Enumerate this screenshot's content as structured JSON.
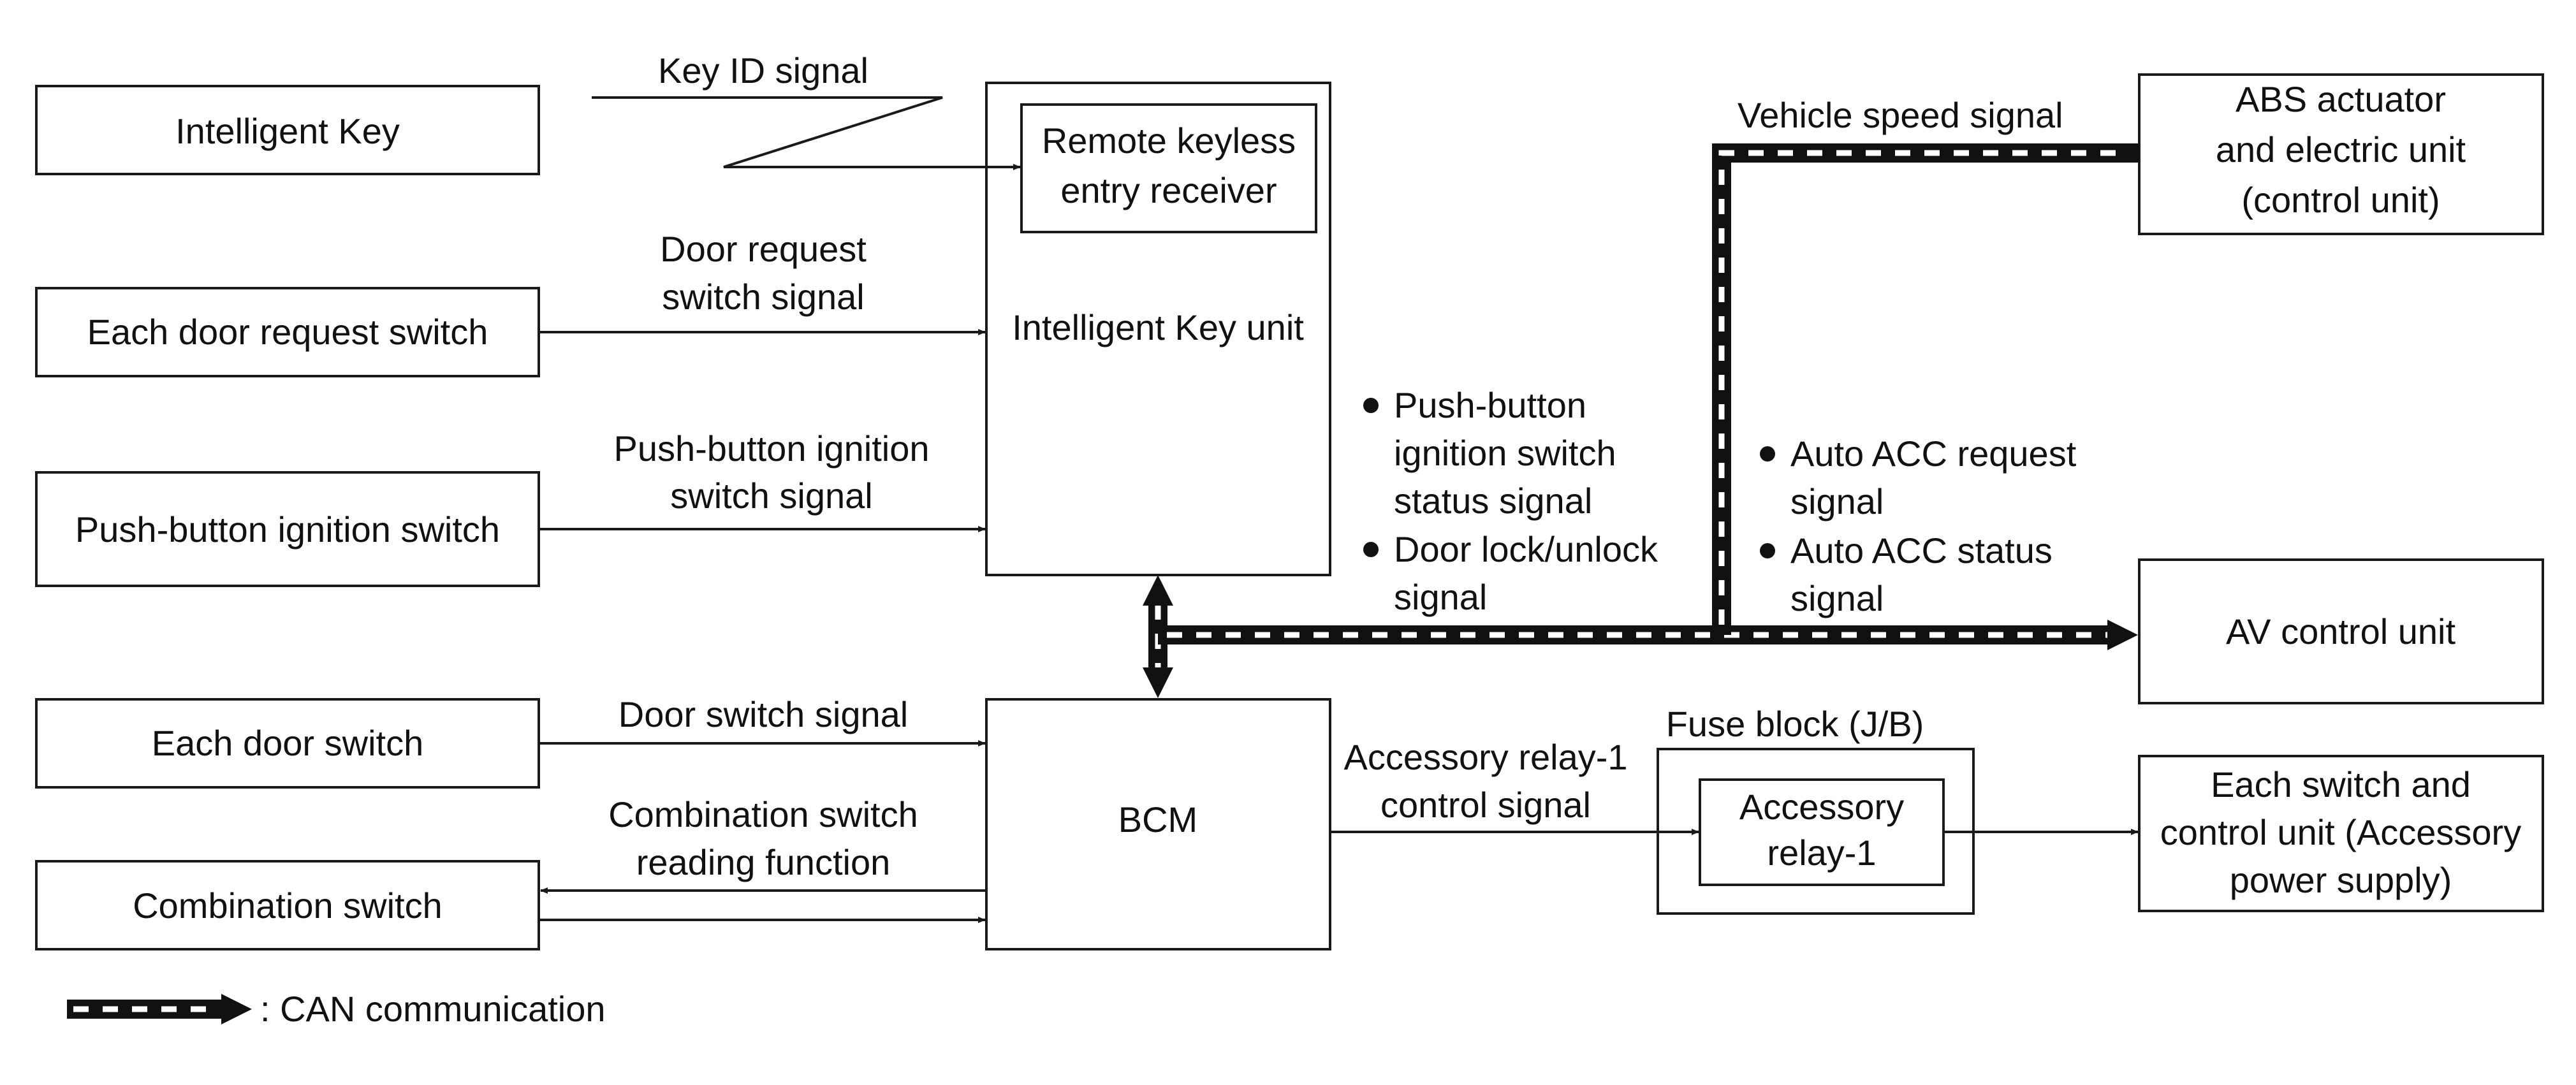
{
  "components": {
    "intelligent_key": "Intelligent Key",
    "door_request_switch": "Each door request switch",
    "push_button_ignition_switch": "Push-button ignition switch",
    "door_switch": "Each door switch",
    "combination_switch": "Combination switch",
    "intelligent_key_unit": "Intelligent Key unit",
    "remote_keyless_receiver": [
      "Remote keyless",
      "entry receiver"
    ],
    "bcm": "BCM",
    "abs_unit": [
      "ABS actuator",
      "and electric unit",
      "(control unit)"
    ],
    "av_control_unit": "AV control unit",
    "fuse_block": "Fuse block (J/B)",
    "accessory_relay": [
      "Accessory",
      "relay-1"
    ],
    "accessory_power": [
      "Each switch and",
      "control unit (Accessory",
      "power supply)"
    ]
  },
  "signals": {
    "key_id": "Key ID signal",
    "door_request": [
      "Door request",
      "switch signal"
    ],
    "push_button": [
      "Push-button ignition",
      "switch signal"
    ],
    "door_switch": "Door switch signal",
    "combination": [
      "Combination switch",
      "reading function"
    ],
    "vehicle_speed": "Vehicle speed signal",
    "ikey_bcm_can": [
      "Push-button",
      "ignition switch",
      "status signal",
      "Door lock/unlock",
      "signal"
    ],
    "auto_acc": [
      "Auto ACC request",
      "signal",
      "Auto ACC status",
      "signal"
    ],
    "accessory_relay_control": [
      "Accessory relay-1",
      "control signal"
    ]
  },
  "legend": {
    "can_communication": ": CAN communication"
  }
}
